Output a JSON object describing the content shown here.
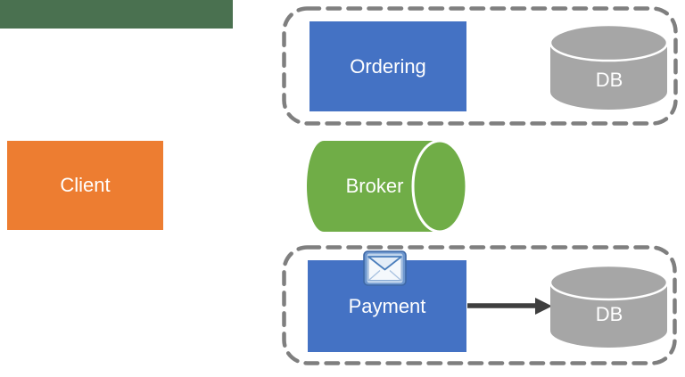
{
  "slide": {
    "background": "#FFFFFF"
  },
  "colors": {
    "top_bar_green": "#4A7150",
    "client_orange": "#ED7D31",
    "service_blue": "#4472C4",
    "broker_green": "#70AD47",
    "db_gray": "#A6A6A6",
    "boundary_gray": "#7F7F7F",
    "arrow_dark": "#3F3F3F",
    "label_white": "#FFFFFF",
    "envelope_blue": "#4A7EBC"
  },
  "diagram": {
    "client": {
      "label": "Client"
    },
    "ordering_group": {
      "service": {
        "label": "Ordering"
      },
      "database": {
        "label": "DB"
      }
    },
    "broker": {
      "label": "Broker"
    },
    "payment_group": {
      "service": {
        "label": "Payment"
      },
      "database": {
        "label": "DB"
      },
      "message_icon": "envelope-icon",
      "arrow": "payment-to-db"
    }
  }
}
